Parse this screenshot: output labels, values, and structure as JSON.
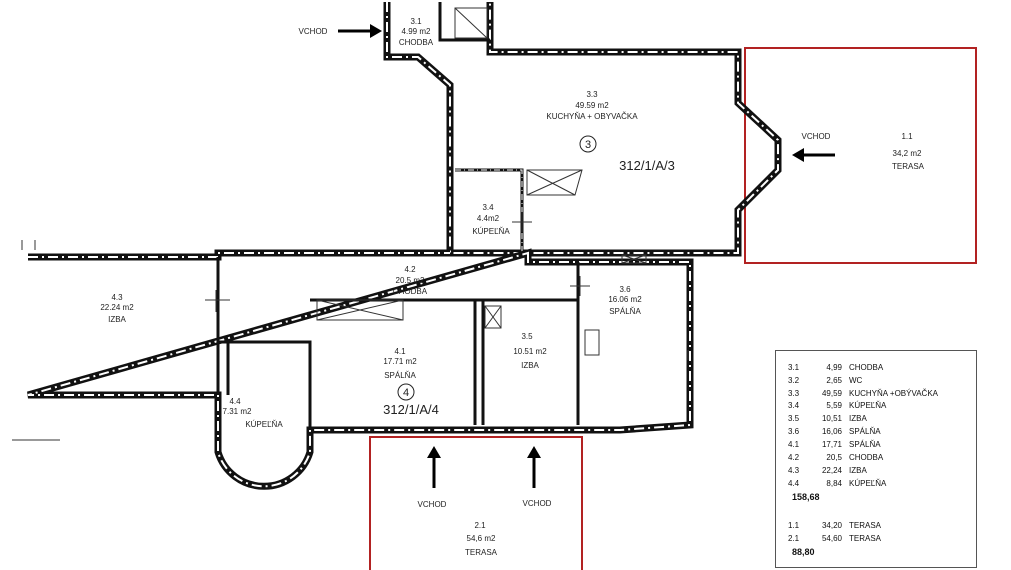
{
  "rooms": [
    {
      "id": "3.1",
      "area": "4.99 m2",
      "name": "CHODBA"
    },
    {
      "id": "3.3",
      "area": "49.59 m2",
      "name": "KUCHYŇA + OBYVAČKA"
    },
    {
      "id": "3.4",
      "area": "4.4m2",
      "name": "KÚPEĽŇA"
    },
    {
      "id": "3.5",
      "area": "10.51 m2",
      "name": "IZBA"
    },
    {
      "id": "3.6",
      "area": "16.06 m2",
      "name": "SPÁLŇA"
    },
    {
      "id": "4.1",
      "area": "17.71 m2",
      "name": "SPÁLŇA"
    },
    {
      "id": "4.2",
      "area": "20.5 m2",
      "name": "CHODBA"
    },
    {
      "id": "4.3",
      "area": "22.24 m2",
      "name": "IZBA"
    },
    {
      "id": "4.4",
      "area": "7.31 m2",
      "name": "KÚPEĽŇA"
    },
    {
      "id": "1.1",
      "area": "34,2 m2",
      "name": "TERASA"
    },
    {
      "id": "2.1",
      "area": "54,6 m2",
      "name": "TERASA"
    }
  ],
  "units": [
    {
      "marker": "3",
      "code": "312/1/A/3"
    },
    {
      "marker": "4",
      "code": "312/1/A/4"
    }
  ],
  "entrances": [
    "VCHOD",
    "VCHOD",
    "VCHOD",
    "VCHOD"
  ],
  "legend": {
    "rows": [
      {
        "no": "3.1",
        "area": "4,99",
        "name": "CHODBA"
      },
      {
        "no": "3.2",
        "area": "2,65",
        "name": "WC"
      },
      {
        "no": "3.3",
        "area": "49,59",
        "name": "KUCHYŇA +OBÝVAČKA"
      },
      {
        "no": "3.4",
        "area": "5,59",
        "name": "KÚPEĽŇA"
      },
      {
        "no": "3.5",
        "area": "10,51",
        "name": "IZBA"
      },
      {
        "no": "3.6",
        "area": "16,06",
        "name": "SPÁLŇA"
      },
      {
        "no": "4.1",
        "area": "17,71",
        "name": "SPÁLŇA"
      },
      {
        "no": "4.2",
        "area": "20,5",
        "name": "CHODBA"
      },
      {
        "no": "4.3",
        "area": "22,24",
        "name": "IZBA"
      },
      {
        "no": "4.4",
        "area": "8,84",
        "name": "KÚPEĽŇA"
      }
    ],
    "total_interior": "158,68",
    "terrace_rows": [
      {
        "no": "1.1",
        "area": "34,20",
        "name": "TERASA"
      },
      {
        "no": "2.1",
        "area": "54,60",
        "name": "TERASA"
      }
    ],
    "total_terraces": "88,80"
  },
  "colors": {
    "walls": "#111111",
    "terrace_outline": "#b22222",
    "text": "#222222"
  }
}
